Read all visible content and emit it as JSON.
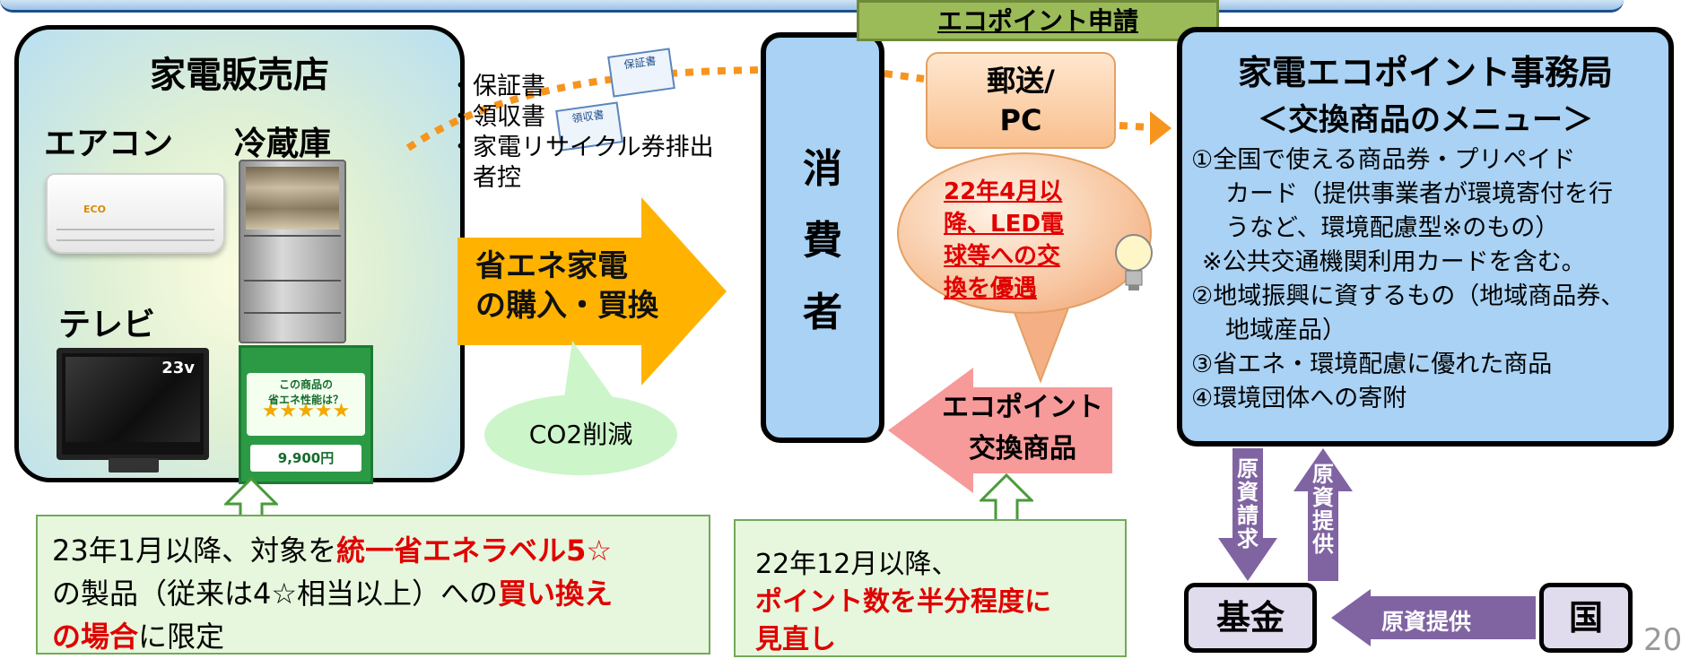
{
  "store": {
    "title": "家電販売店",
    "items": {
      "aircon": "エアコン",
      "fridge": "冷蔵庫",
      "tv": "テレビ"
    },
    "tv_size": "23v",
    "aircon_logo": "ECO",
    "energy_label": {
      "line1": "この商品の",
      "line2": "省エネ性能は？",
      "stars": "★★★★★",
      "price": "9,900円"
    }
  },
  "documents": {
    "items": [
      "・保証書",
      "・領収書",
      "・家電リサイクル券排出",
      "　者控"
    ],
    "icon1": "保証書",
    "icon2": "領収書"
  },
  "purchase_arrow": {
    "line1": "省エネ家電",
    "line2": "の購入・買換"
  },
  "co2": "CO2削減",
  "consumer": {
    "chars": [
      "消",
      "費",
      "者"
    ]
  },
  "application": {
    "banner": "エコポイント申請",
    "method_line1": "郵送/",
    "method_line2": "PC"
  },
  "priority": {
    "lines": [
      "22年4月以",
      "降、LED電",
      "球等への交",
      "換を優遇"
    ]
  },
  "bureau": {
    "title": "家電エコポイント事務局",
    "menu": "＜交換商品のメニュー＞",
    "items": [
      "①全国で使える商品券・プリペイド",
      "カード（提供事業者が環境寄付を行",
      "うなど、環境配慮型※のもの）",
      "※公共交通機関利用カードを含む。",
      "②地域振興に資するもの（地域商品券、",
      "地域産品）",
      "③省エネ・環境配慮に優れた商品",
      "④環境団体への寄附"
    ]
  },
  "eco_items": {
    "line1": "エコポイント",
    "line2": "交換商品"
  },
  "note1": {
    "p1": "23年1月以降、対象を",
    "r1": "統一省エネラベル5☆",
    "p2": "の製品（従来は4☆相当以上）への",
    "r2": "買い換え",
    "r3": "の場合",
    "p3": "に限定"
  },
  "note2": {
    "p1": "22年12月以降、",
    "r1": "ポイント数を半分程度に",
    "r2": "見直し"
  },
  "fund_flow": {
    "request": "原資請求",
    "provide_up": "原資提供",
    "provide_left": "原資提供",
    "fund": "基金",
    "nation": "国"
  },
  "page_number": "20",
  "colors": {
    "consumer_box": "#a9d2f4",
    "purchase_arrow": "#ffb300",
    "return_arrow": "#f79a9a",
    "flow_arrows": "#8064a2",
    "highlight": "#e00000"
  }
}
